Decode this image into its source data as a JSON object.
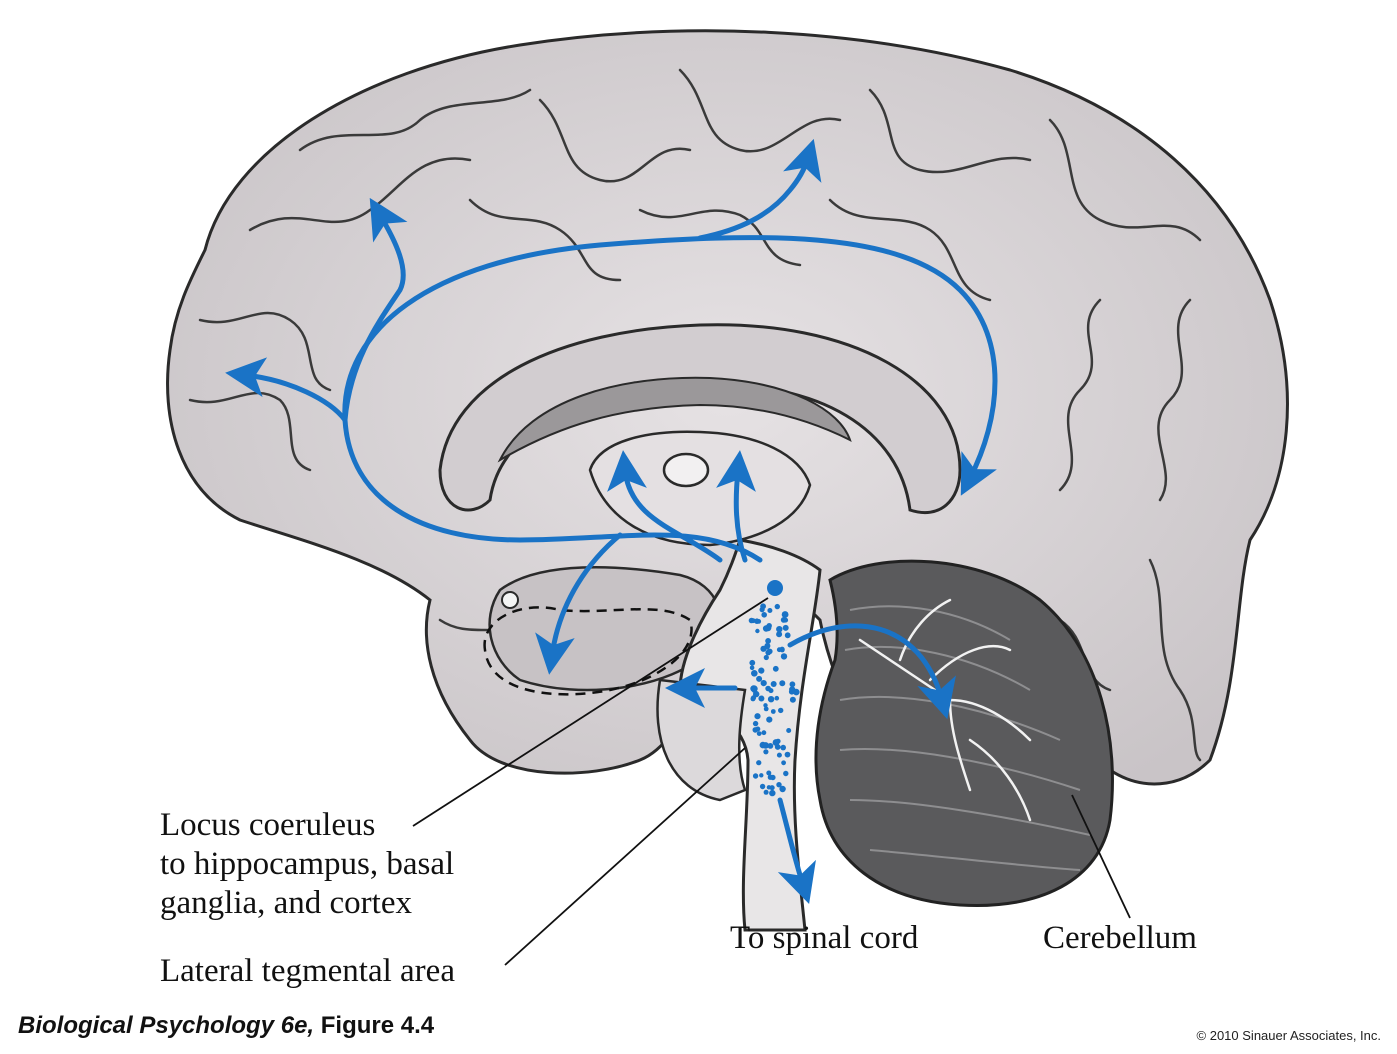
{
  "labels": {
    "locus_line1": "Locus coeruleus",
    "locus_line2": "to hippocampus, basal",
    "locus_line3": "ganglia, and cortex",
    "lateral": "Lateral tegmental area",
    "spinal": "To spinal cord",
    "cerebellum": "Cerebellum"
  },
  "caption": {
    "book": "Biological Psychology 6e,",
    "figure": " Figure 4.4"
  },
  "copyright": "© 2010 Sinauer Associates, Inc.",
  "colors": {
    "pathway": "#1a73c6",
    "brain_fill": "#d8d4d6",
    "brain_stroke": "#2a2a2a",
    "cerebellum_fill": "#5a5a5c"
  }
}
